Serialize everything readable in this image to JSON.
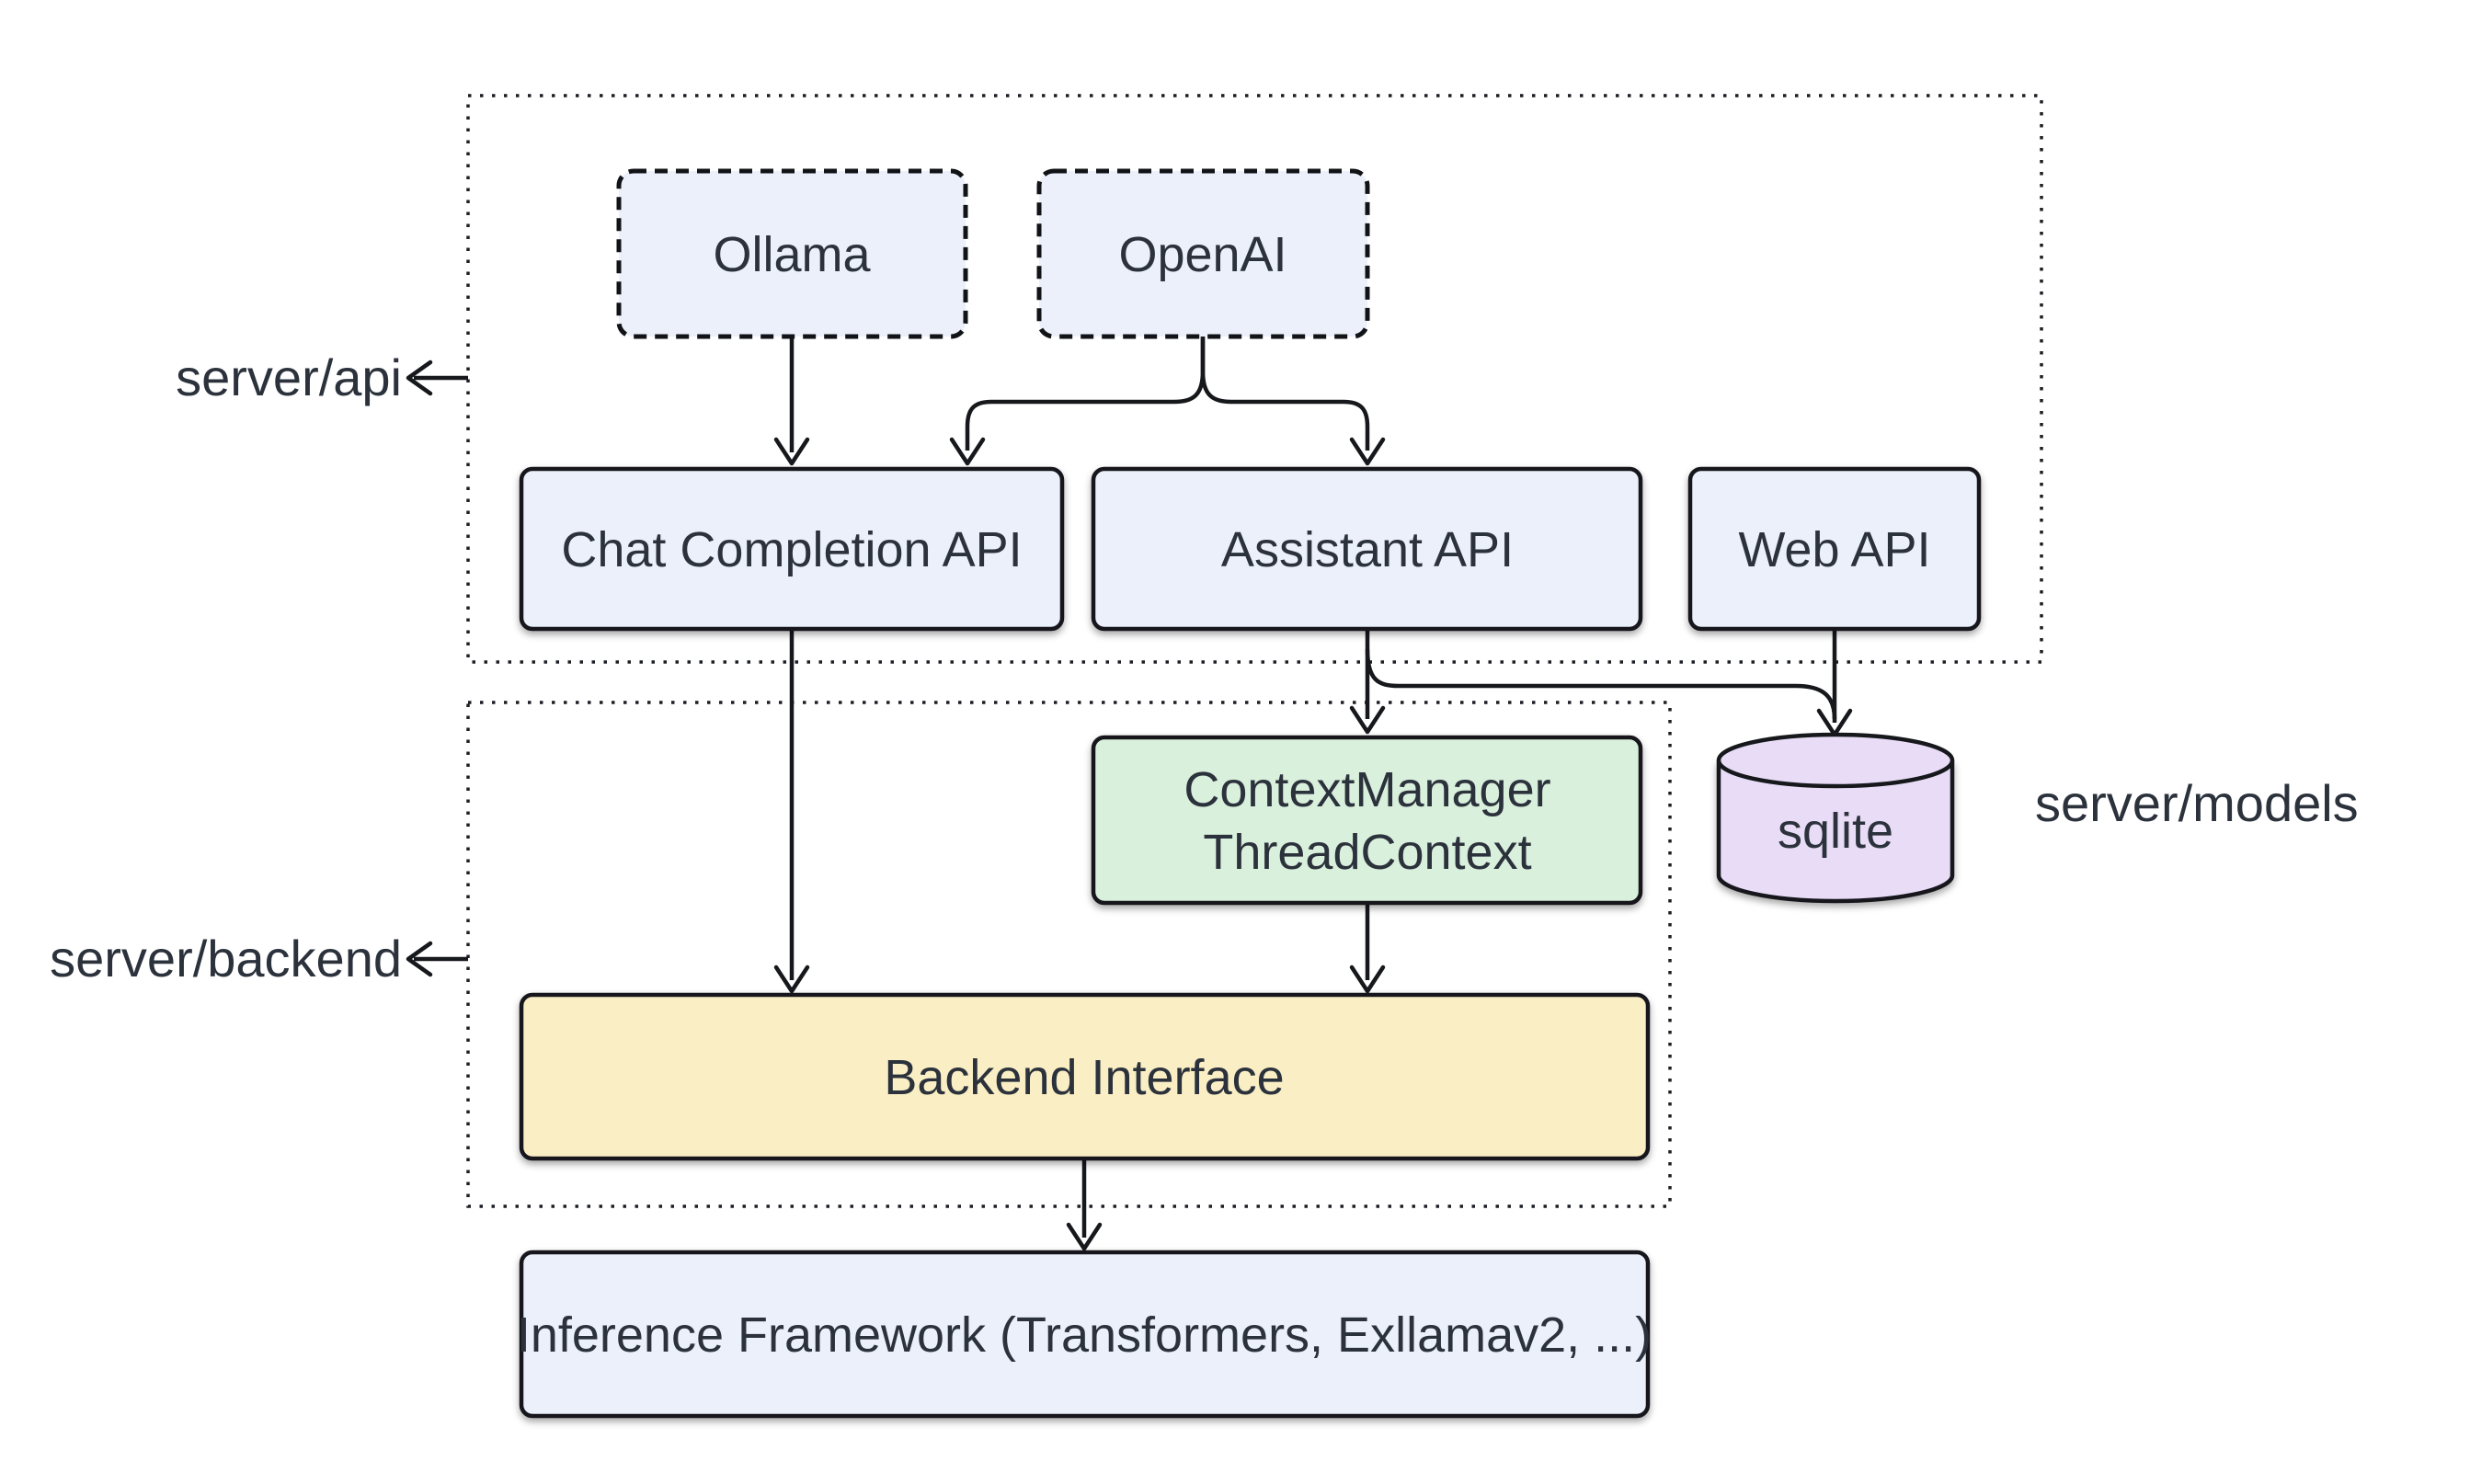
{
  "diagram_title": "Server architecture diagram",
  "palette": {
    "background": "#ffffff",
    "node_blue_fill": "#ebf0fa",
    "node_green_fill": "#d9f0dc",
    "node_yellow_fill": "#faeec5",
    "node_purple_fill": "#e8dcf6",
    "line_stroke": "#16181c",
    "text_color": "#2c323c"
  },
  "labels": {
    "server_api": "server/api",
    "server_backend": "server/backend",
    "server_models": "server/models"
  },
  "nodes": {
    "ollama": {
      "label": "Ollama"
    },
    "openai": {
      "label": "OpenAI"
    },
    "chat_completion_api": {
      "label": "Chat Completion API"
    },
    "assistant_api": {
      "label": "Assistant API"
    },
    "web_api": {
      "label": "Web API"
    },
    "context_manager": {
      "line1": "ContextManager",
      "line2": "ThreadContext"
    },
    "sqlite": {
      "label": "sqlite"
    },
    "backend_interface": {
      "label": "Backend Interface"
    },
    "inference_framework": {
      "label": "Inference Framework (Transformers, Exllamav2, ...)"
    }
  },
  "edges": [
    {
      "from": "Ollama",
      "to": "Chat Completion API"
    },
    {
      "from": "OpenAI",
      "to": "Chat Completion API"
    },
    {
      "from": "OpenAI",
      "to": "Assistant API"
    },
    {
      "from": "Assistant API",
      "to": "ContextManager ThreadContext"
    },
    {
      "from": "Assistant API",
      "to": "sqlite"
    },
    {
      "from": "Web API",
      "to": "sqlite"
    },
    {
      "from": "ContextManager ThreadContext",
      "to": "Backend Interface"
    },
    {
      "from": "Chat Completion API",
      "to": "Backend Interface"
    },
    {
      "from": "Backend Interface",
      "to": "Inference Framework (Transformers, Exllamav2, ...)"
    }
  ]
}
